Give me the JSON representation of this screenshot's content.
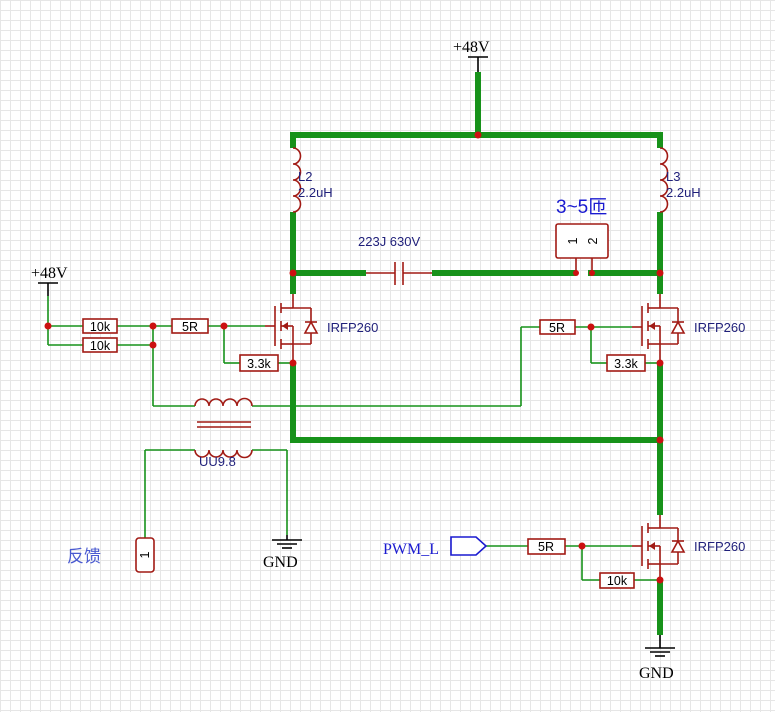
{
  "power": {
    "vcc_top": "+48V",
    "vcc_left": "+48V",
    "gnd_mid": "GND",
    "gnd_bottom": "GND"
  },
  "inductors": [
    {
      "ref": "L2",
      "value": "2.2uH"
    },
    {
      "ref": "L3",
      "value": "2.2uH"
    }
  ],
  "capacitor": {
    "label": "223J 630V"
  },
  "connector_turns": {
    "label": "3~5匝",
    "pins": [
      "1",
      "2"
    ]
  },
  "resistors": {
    "r10k_a": "10k",
    "r10k_b": "10k",
    "r5r_left": "5R",
    "r3k3_left": "3.3k",
    "r5r_right": "5R",
    "r3k3_right": "3.3k",
    "r5r_bottom": "5R",
    "r10k_bottom": "10k"
  },
  "mosfets": {
    "left": "IRFP260",
    "right": "IRFP260",
    "bottom": "IRFP260"
  },
  "transformer": {
    "label": "UU9.8"
  },
  "feedback": {
    "label": "反馈",
    "pin": "1"
  },
  "pwm": {
    "label": "PWM_L"
  },
  "colors": {
    "wire": "#17921a",
    "component": "#a11a14",
    "junction": "#cc1010",
    "net_label": "#1a1ad0"
  }
}
